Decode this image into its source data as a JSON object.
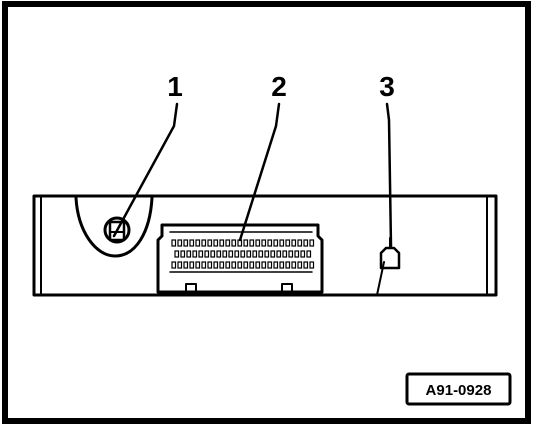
{
  "callouts": [
    {
      "id": "1",
      "label": "1"
    },
    {
      "id": "2",
      "label": "2"
    },
    {
      "id": "3",
      "label": "3"
    }
  ],
  "reference_code": "A91-0928",
  "colors": {
    "ink": "#000000",
    "paper": "#ffffff"
  }
}
